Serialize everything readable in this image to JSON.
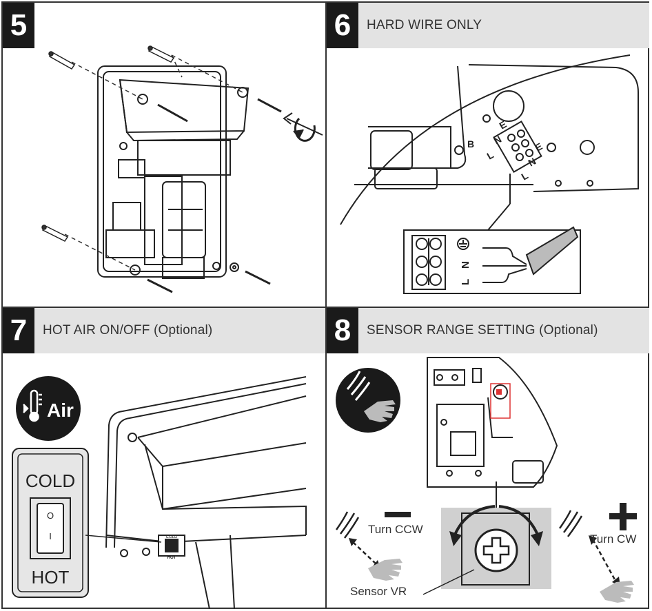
{
  "steps": [
    {
      "number": "5",
      "title": ""
    },
    {
      "number": "6",
      "title": "HARD WIRE ONLY"
    },
    {
      "number": "7",
      "title": "HOT AIR ON/OFF (Optional)"
    },
    {
      "number": "8",
      "title": "SENSOR RANGE SETTING (Optional)"
    }
  ],
  "step6": {
    "terminal_labels": [
      "N",
      "L"
    ],
    "board_labels": [
      "B",
      "L",
      "N",
      "E",
      "E",
      "N",
      "L"
    ]
  },
  "step7": {
    "badge": "Air",
    "switch_top": "COLD",
    "switch_bottom": "HOT",
    "switch_on": "O",
    "switch_off": "I",
    "small_top": "COLD",
    "small_bottom": "HOT"
  },
  "step8": {
    "ccw_label": "Turn CCW",
    "cw_label": "Turn CW",
    "vr_label": "Sensor VR"
  },
  "icons": [
    "screw-icon",
    "screwdriver-icon",
    "thermometer-icon",
    "hand-icon",
    "wave-icon",
    "ground-icon"
  ]
}
